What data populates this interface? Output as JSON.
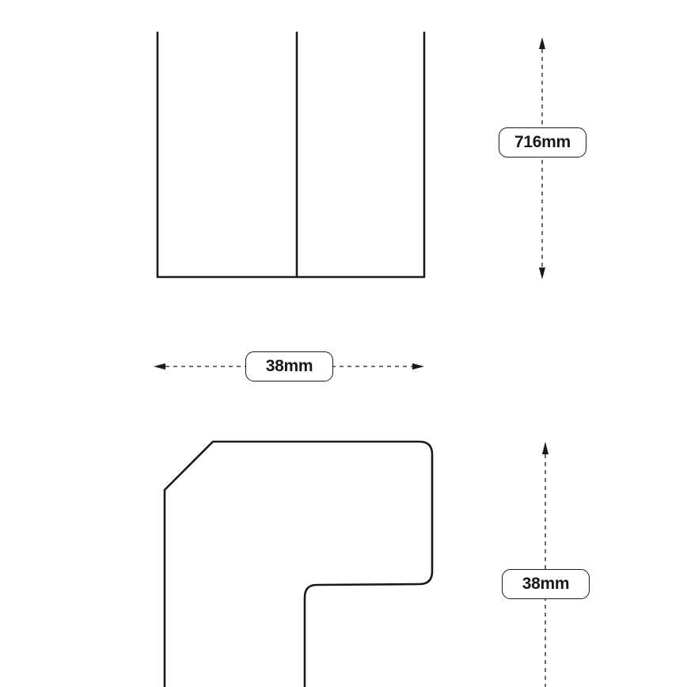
{
  "dimensions": {
    "length": "716mm",
    "width": "38mm",
    "depth": "38mm"
  },
  "colors": {
    "line": "#1a1a1a",
    "background": "#ffffff"
  }
}
